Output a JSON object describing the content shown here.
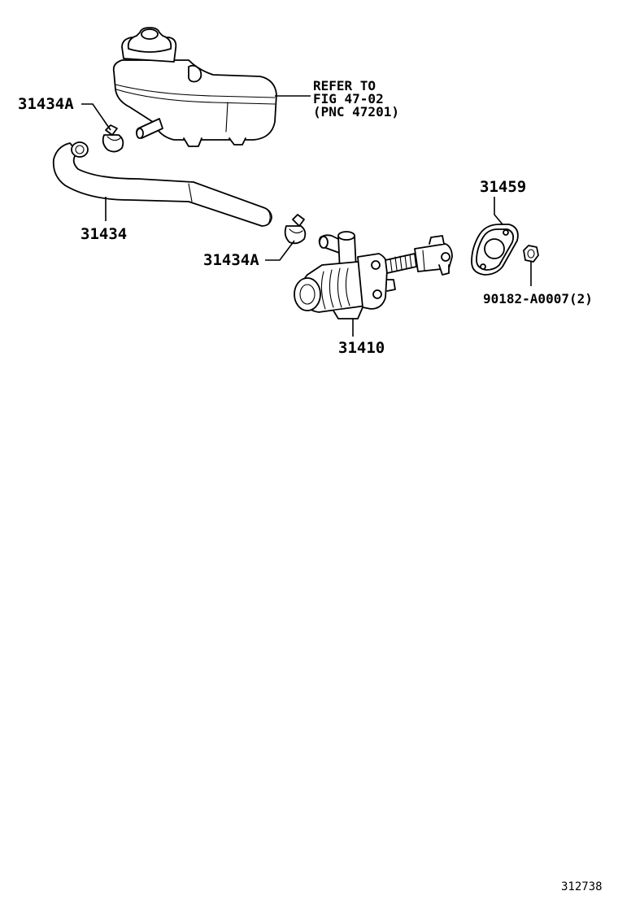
{
  "diagram": {
    "labels": {
      "reservoir_ref_line1": "REFER TO",
      "reservoir_ref_line2": "FIG 47-02",
      "reservoir_ref_line3": "(PNC 47201)",
      "clip_upper": "31434A",
      "hose": "31434",
      "clip_lower": "31434A",
      "master_cylinder": "31410",
      "gasket": "31459",
      "nut": "90182-A0007(2)",
      "figure_code": "312738"
    }
  }
}
